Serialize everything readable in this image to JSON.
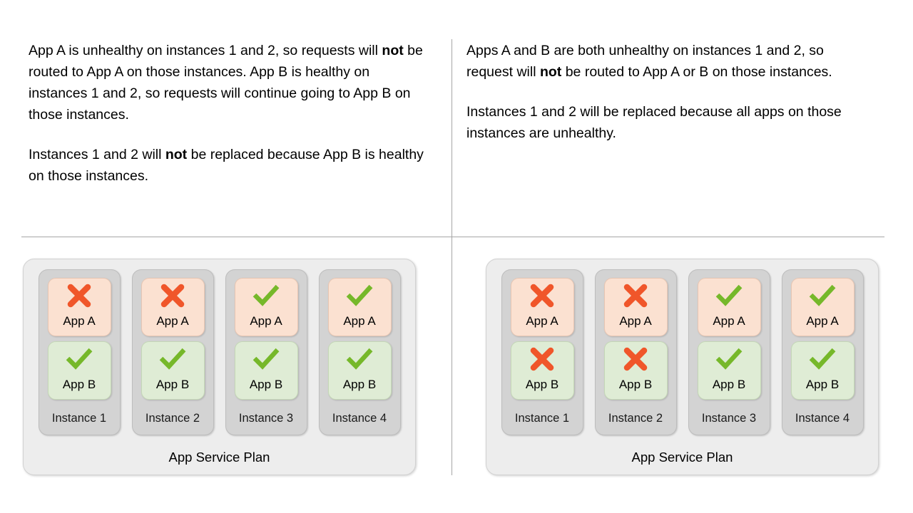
{
  "colors": {
    "cross": "#f0562a",
    "check": "#76b82a",
    "app_a_bg": "#fbe1d1",
    "app_b_bg": "#dfecd5",
    "instance_bg": "#d3d3d3",
    "plan_bg": "#ededed",
    "divider": "#a6a6a6"
  },
  "panels": {
    "left": {
      "paragraphs": [
        [
          {
            "text": "App A is unhealthy on instances 1 and 2, so requests will ",
            "bold": false
          },
          {
            "text": "not",
            "bold": true
          },
          {
            "text": " be routed to App A on those instances. App B is healthy on instances 1 and 2, so requests will continue going to App B on those instances.",
            "bold": false
          }
        ],
        [
          {
            "text": "Instances 1 and 2 will ",
            "bold": false
          },
          {
            "text": "not",
            "bold": true
          },
          {
            "text": " be replaced because App B is healthy on those instances.",
            "bold": false
          }
        ]
      ]
    },
    "right": {
      "paragraphs": [
        [
          {
            "text": "Apps A and B are both unhealthy on instances 1 and 2, so request will ",
            "bold": false
          },
          {
            "text": "not",
            "bold": true
          },
          {
            "text": " be routed to App A or B on those instances.",
            "bold": false
          }
        ],
        [
          {
            "text": "Instances 1 and 2 will be replaced because all apps on those instances are unhealthy.",
            "bold": false
          }
        ]
      ]
    }
  },
  "diagrams": [
    {
      "id": "left-diagram",
      "plan_label": "App Service Plan",
      "instances": [
        {
          "label": "Instance 1",
          "apps": [
            {
              "name": "App A",
              "status": "unhealthy",
              "icon": "cross-icon"
            },
            {
              "name": "App B",
              "status": "healthy",
              "icon": "check-icon"
            }
          ]
        },
        {
          "label": "Instance 2",
          "apps": [
            {
              "name": "App A",
              "status": "unhealthy",
              "icon": "cross-icon"
            },
            {
              "name": "App B",
              "status": "healthy",
              "icon": "check-icon"
            }
          ]
        },
        {
          "label": "Instance 3",
          "apps": [
            {
              "name": "App A",
              "status": "healthy",
              "icon": "check-icon"
            },
            {
              "name": "App B",
              "status": "healthy",
              "icon": "check-icon"
            }
          ]
        },
        {
          "label": "Instance 4",
          "apps": [
            {
              "name": "App A",
              "status": "healthy",
              "icon": "check-icon"
            },
            {
              "name": "App B",
              "status": "healthy",
              "icon": "check-icon"
            }
          ]
        }
      ]
    },
    {
      "id": "right-diagram",
      "plan_label": "App Service Plan",
      "instances": [
        {
          "label": "Instance 1",
          "apps": [
            {
              "name": "App A",
              "status": "unhealthy",
              "icon": "cross-icon"
            },
            {
              "name": "App B",
              "status": "unhealthy",
              "icon": "cross-icon"
            }
          ]
        },
        {
          "label": "Instance 2",
          "apps": [
            {
              "name": "App A",
              "status": "unhealthy",
              "icon": "cross-icon"
            },
            {
              "name": "App B",
              "status": "unhealthy",
              "icon": "cross-icon"
            }
          ]
        },
        {
          "label": "Instance 3",
          "apps": [
            {
              "name": "App A",
              "status": "healthy",
              "icon": "check-icon"
            },
            {
              "name": "App B",
              "status": "healthy",
              "icon": "check-icon"
            }
          ]
        },
        {
          "label": "Instance 4",
          "apps": [
            {
              "name": "App A",
              "status": "healthy",
              "icon": "check-icon"
            },
            {
              "name": "App B",
              "status": "healthy",
              "icon": "check-icon"
            }
          ]
        }
      ]
    }
  ]
}
